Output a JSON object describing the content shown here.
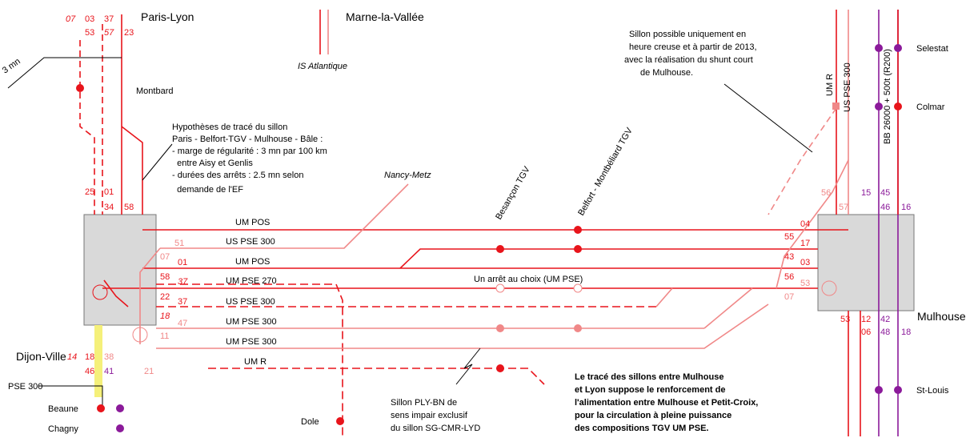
{
  "stations": {
    "paris_lyon": "Paris-Lyon",
    "marne": "Marne-la-Vallée",
    "is_atlantique": "IS Atlantique",
    "montbard": "Montbard",
    "nancy_metz": "Nancy-Metz",
    "besancon": "Besançon TGV",
    "belfort": "Belfort - Montbéliard TGV",
    "dijon": "Dijon-Ville",
    "mulhouse": "Mulhouse",
    "selestat": "Selestat",
    "colmar": "Colmar",
    "st_louis": "St-Louis",
    "beaune": "Beaune",
    "chagny": "Chagny",
    "dole": "Dole",
    "pse300": "PSE 300",
    "three_mn": "3 mn"
  },
  "numbers": {
    "top_07": "07",
    "top_03": "03",
    "top_37": "37",
    "top_53": "53",
    "top_57": "57",
    "top_23": "23",
    "d_25": "25",
    "d_01": "01",
    "d_34": "34",
    "d_58": "58",
    "r_51": "51",
    "r_07": "07",
    "r_01": "01",
    "r_58": "58",
    "r_37a": "37",
    "r_22": "22",
    "r_37b": "37",
    "r_18": "18",
    "r_47": "47",
    "r_11": "11",
    "b_14": "14",
    "b_18": "18",
    "b_38": "38",
    "b_46": "46",
    "b_41": "41",
    "b_21": "21",
    "m_04": "04",
    "m_55": "55",
    "m_17": "17",
    "m_43": "43",
    "m_03": "03",
    "m_56": "56",
    "m_53": "53",
    "m_07": "07",
    "mt_56": "56",
    "mt_57": "57",
    "mt_15": "15",
    "mt_45": "45",
    "mt_46": "46",
    "mt_16": "16",
    "mb_53": "53",
    "mb_12": "12",
    "mb_42": "42",
    "mb_06": "06",
    "mb_48": "48",
    "mb_18": "18"
  },
  "lines": {
    "um_pos_1": "UM POS",
    "us_pse_300_1": "US PSE 300",
    "um_pos_2": "UM POS",
    "um_pse_270": "UM PSE 270",
    "us_pse_300_2": "US PSE 300",
    "um_pse_300_1": "UM PSE 300",
    "um_pse_300_2": "UM PSE 300",
    "um_r": "UM R",
    "arret": "Un arrêt au choix (UM PSE)",
    "v_um_r": "UM R",
    "v_us_pse": "US PSE 300",
    "v_bb": "BB 26000 + 500t (R200)"
  },
  "notes": {
    "hyp": [
      "Hypothèses de tracé du sillon",
      "Paris - Belfort-TGV - Mulhouse - Bâle :",
      "- marge de régularité : 3 mn par 100 km",
      "  entre Aisy et Genlis",
      "- durées des arrêts : 2.5 mn selon",
      "  demande de l'EF"
    ],
    "sillon_possible": [
      "Sillon possible uniquement en",
      "heure creuse et à partir de 2013,",
      "avec la réalisation du shunt court",
      "de Mulhouse."
    ],
    "ply_bn": [
      "Sillon PLY-BN de",
      "sens impair exclusif",
      "du sillon SG-CMR-LYD"
    ],
    "trace": [
      "Le tracé des sillons entre Mulhouse",
      "et Lyon suppose le renforcement de",
      "l'alimentation entre Mulhouse et Petit-Croix,",
      "pour la circulation à pleine puissance",
      "des compositions TGV UM PSE."
    ]
  },
  "colors": {
    "red": "#e8141b",
    "pink": "#f08888",
    "purple": "#8b1a9a",
    "box": "#d9d9d9",
    "highlight": "#f5f07a"
  }
}
